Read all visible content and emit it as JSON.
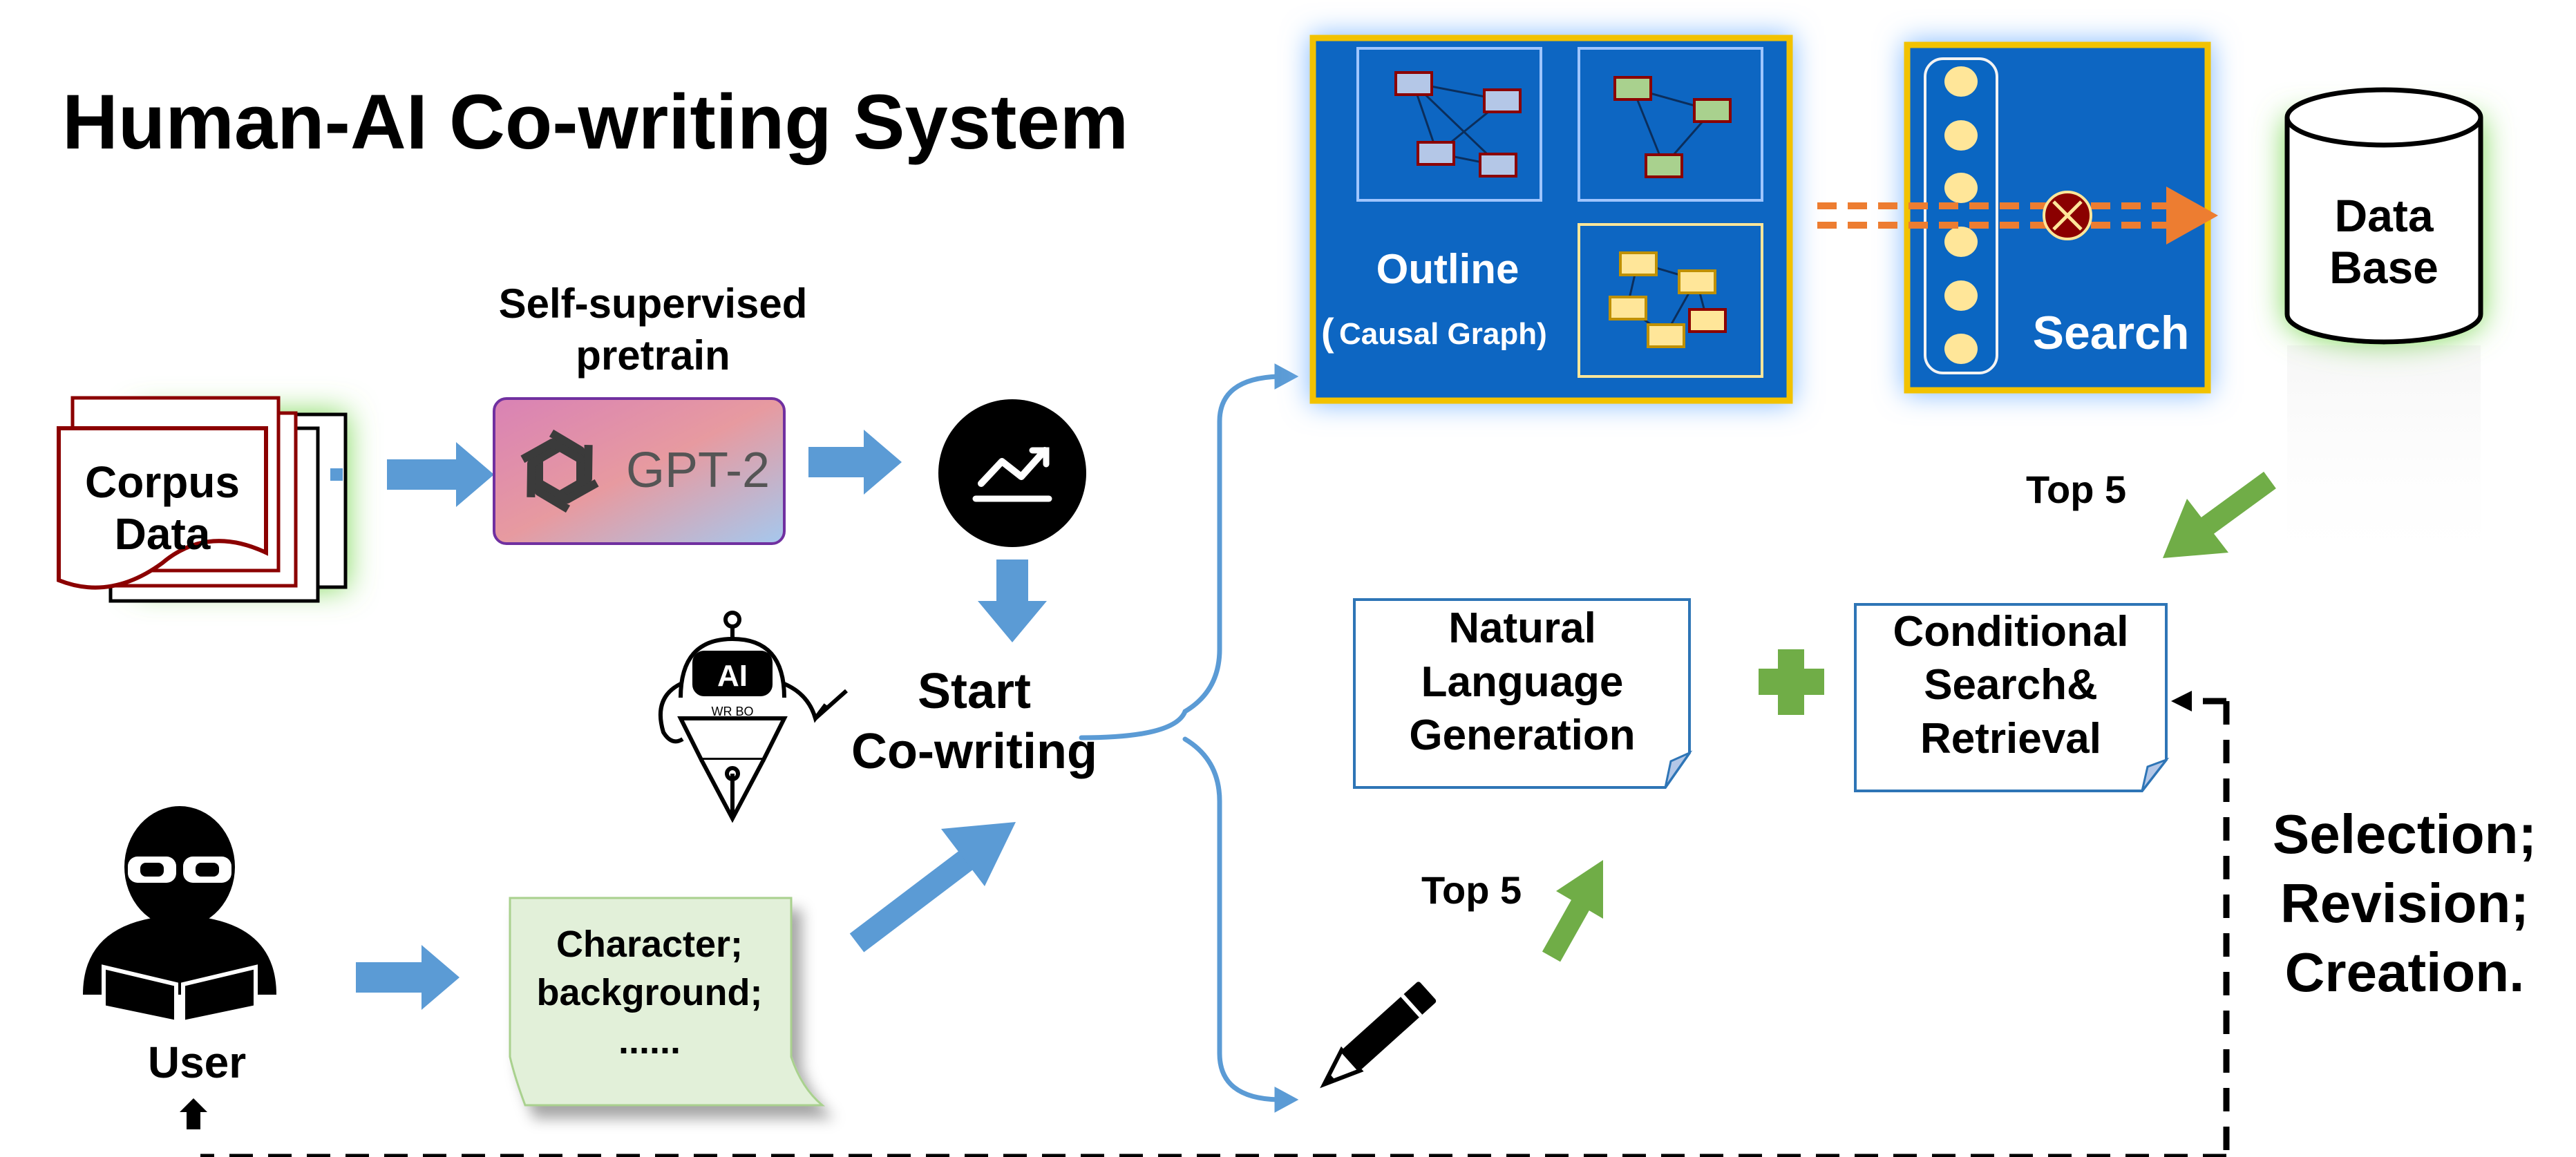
{
  "title": "Human-AI Co-writing System",
  "corpus": {
    "line1": "Corpus",
    "line2": "Data"
  },
  "pretrain": {
    "line1": "Self-supervised",
    "line2": "pretrain",
    "model": "GPT-2"
  },
  "start": {
    "line1": "Start",
    "line2": "Co-writing"
  },
  "robot_badge": {
    "ai": "AI",
    "caption": "WR BO"
  },
  "user": {
    "label": "User"
  },
  "prompt_note": {
    "line1": "Character;",
    "line2": "background;",
    "line3": "......"
  },
  "outline": {
    "label": "Outline",
    "sub_open": "(",
    "sub": "Causal Graph)"
  },
  "search": {
    "label": "Search"
  },
  "database": {
    "line1": "Data",
    "line2": "Base"
  },
  "top5_upper": "Top 5",
  "top5_lower": "Top 5",
  "nlg": {
    "line1": "Natural",
    "line2": "Language",
    "line3": "Generation"
  },
  "retrieval": {
    "line1": "Conditional",
    "line2": "Search&",
    "line3": "Retrieval"
  },
  "feedback": {
    "line1": "Selection;",
    "line2": "Revision;",
    "line3": "Creation."
  },
  "colors": {
    "arrow_blue": "#5b9bd5",
    "panel_blue": "#0a66c2",
    "panel_border": "#f2c200",
    "orange": "#ed7d31",
    "green": "#70ad47",
    "dark_red": "#8b0000",
    "note_green": "#e2f0d9"
  }
}
